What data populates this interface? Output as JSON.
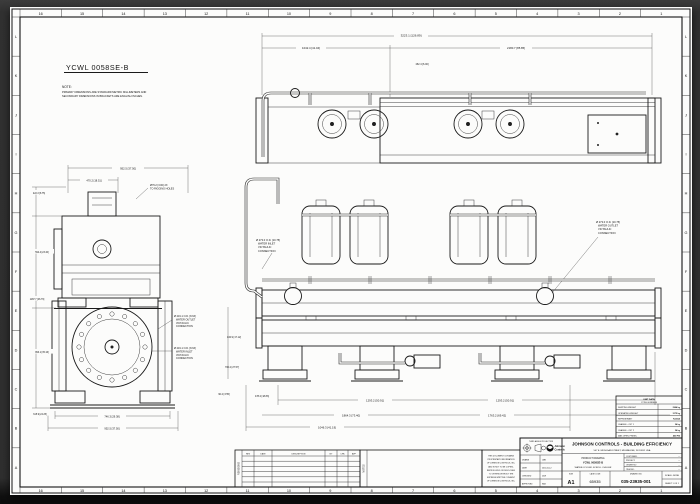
{
  "sheet": {
    "model_label": "YCWL 0058SE-B",
    "note_title": "NOTE:",
    "note_line1": "PRIMARY DIMENSIONS ARE STANDARD METRIC MILLIMETERS AND",
    "note_line2": "SECONDARY DIMENSIONS IN BRACKETS ARE ENGLISH INCHES.",
    "grid_cols": [
      "16",
      "15",
      "14",
      "13",
      "12",
      "11",
      "10",
      "9",
      "8",
      "7",
      "6",
      "5",
      "4",
      "3",
      "2",
      "1"
    ],
    "grid_rows": [
      "L",
      "K",
      "J",
      "I",
      "H",
      "G",
      "F",
      "E",
      "D",
      "C",
      "B",
      "A"
    ]
  },
  "dims": {
    "plan_overall": "3223.1 [126.89]",
    "plan_left": "1042.4 [41.04]",
    "plan_right": "2180.7 [85.85]",
    "plan_small": "152.4 [6.00]",
    "front_row1_a": "1293.2 [50.91]",
    "front_row1_b": "1293.2 [50.91]",
    "front_row2_a": "1864.3 [73.40]",
    "front_row2_b": "1763.2 [69.42]",
    "front_row3": "1046.3 [41.19]",
    "front_left": "478.2 [18.83]",
    "end_overall": "952.5 [37.50]",
    "end_left": "470.2 [18.51]",
    "side_top": "222.3 [8.75]",
    "side_mid": "594.4 [23.40]",
    "side_height": "1187.7 [46.76]",
    "side_low": "893.1 [35.16]",
    "side_bottom": "615.9 [24.25]",
    "flange_width": "746.3 [29.38]",
    "flange_overall": "952.5 [37.50]",
    "mid_v1": "434.9 [17.12]",
    "mid_v2": "700.2 [27.57]",
    "mid_v3": "90.2 [3.55]"
  },
  "callouts": {
    "rigging": [
      "Ø76.2 [3.00] 2X",
      "TO RIGGING HOLES"
    ],
    "water_outlet_left": [
      "Ø 219.1 O.D. [8.63]",
      "WATER OUTLET",
      "VICTAULIC",
      "CONNECTION"
    ],
    "water_inlet_left": [
      "Ø 219.1 O.D. [8.63]",
      "WATER INLET",
      "VICTAULIC",
      "CONNECTION"
    ],
    "water_inlet_front": [
      "Ø 273.0 O.D. [10.75]",
      "WATER INLET",
      "VICTAULIC",
      "CONNECTION"
    ],
    "water_outlet_front": [
      "Ø 273.0 O.D. [10.75]",
      "WATER OUTLET",
      "VICTAULIC",
      "CONNECTION"
    ]
  },
  "spec_table": {
    "header1": "UNIT DATA",
    "header2": "YCWL 0058SE-B",
    "rows": [
      [
        "SHIPPING WEIGHT",
        "2994 kg"
      ],
      [
        "OPERATING WEIGHT",
        "3175 kg"
      ],
      [
        "REFRIGERANT",
        "R-410A"
      ],
      [
        "CHARGE - CKT 1",
        "34 kg"
      ],
      [
        "CHARGE - CKT 2",
        "34 kg"
      ],
      [
        "MAX OPER. PRESS.",
        "450 PSI"
      ]
    ]
  },
  "revision_table": {
    "side_label": "REVISIONS",
    "headers": [
      "REV",
      "DATE",
      "DESCRIPTION",
      "BY",
      "CHK",
      "APP"
    ],
    "notes_side_label": "NOTES",
    "proprietary": [
      "THIS DOCUMENT CONTAINS",
      "PROPRIETARY INFORMATION",
      "OF JOHNSON CONTROLS, INC.",
      "AND IS NOT TO BE COPIED,",
      "REPRODUCED OR DISCLOSED",
      "TO OTHERS WITHOUT THE",
      "EXPRESS WRITTEN CONSENT",
      "OF JOHNSON CONTROLS, INC."
    ]
  },
  "title_block": {
    "projection_note": "THIRD ANGLE PROJECTION",
    "logo_line1": "Johnson",
    "logo_line2": "Controls",
    "company": "JOHNSON CONTROLS - BUILDING EFFICIENCY",
    "address": "507 E. MICHIGAN STREET, MILWAUKEE, WI 53202 USA",
    "title_line1": "PRODUCT DRAWING",
    "title_line2": "YCWL 0058SE-B",
    "title_line3": "WATER-COOLED SCROLL CHILLER",
    "info_rows": [
      [
        "CUSTOMER:",
        "—"
      ],
      [
        "PROJECT:",
        "—"
      ],
      [
        "ORDER NO:",
        "—"
      ],
      [
        "ITEM NO:",
        "—"
      ]
    ],
    "sign_rows": [
      [
        "DRAWN",
        "JMB"
      ],
      [
        "DATE",
        "2011-05-12"
      ],
      [
        "CHECKED",
        "DLW"
      ],
      [
        "APPROVED",
        "KAS"
      ]
    ],
    "size_label": "SIZE",
    "size": "A1",
    "cage_label": "CAGE CODE",
    "cage": "65935",
    "dwg_label": "DRAWING NO.",
    "dwg_number": "035-23935-001",
    "scale": "SCALE: NONE",
    "sheet_of": "SHEET 1 OF 1"
  }
}
